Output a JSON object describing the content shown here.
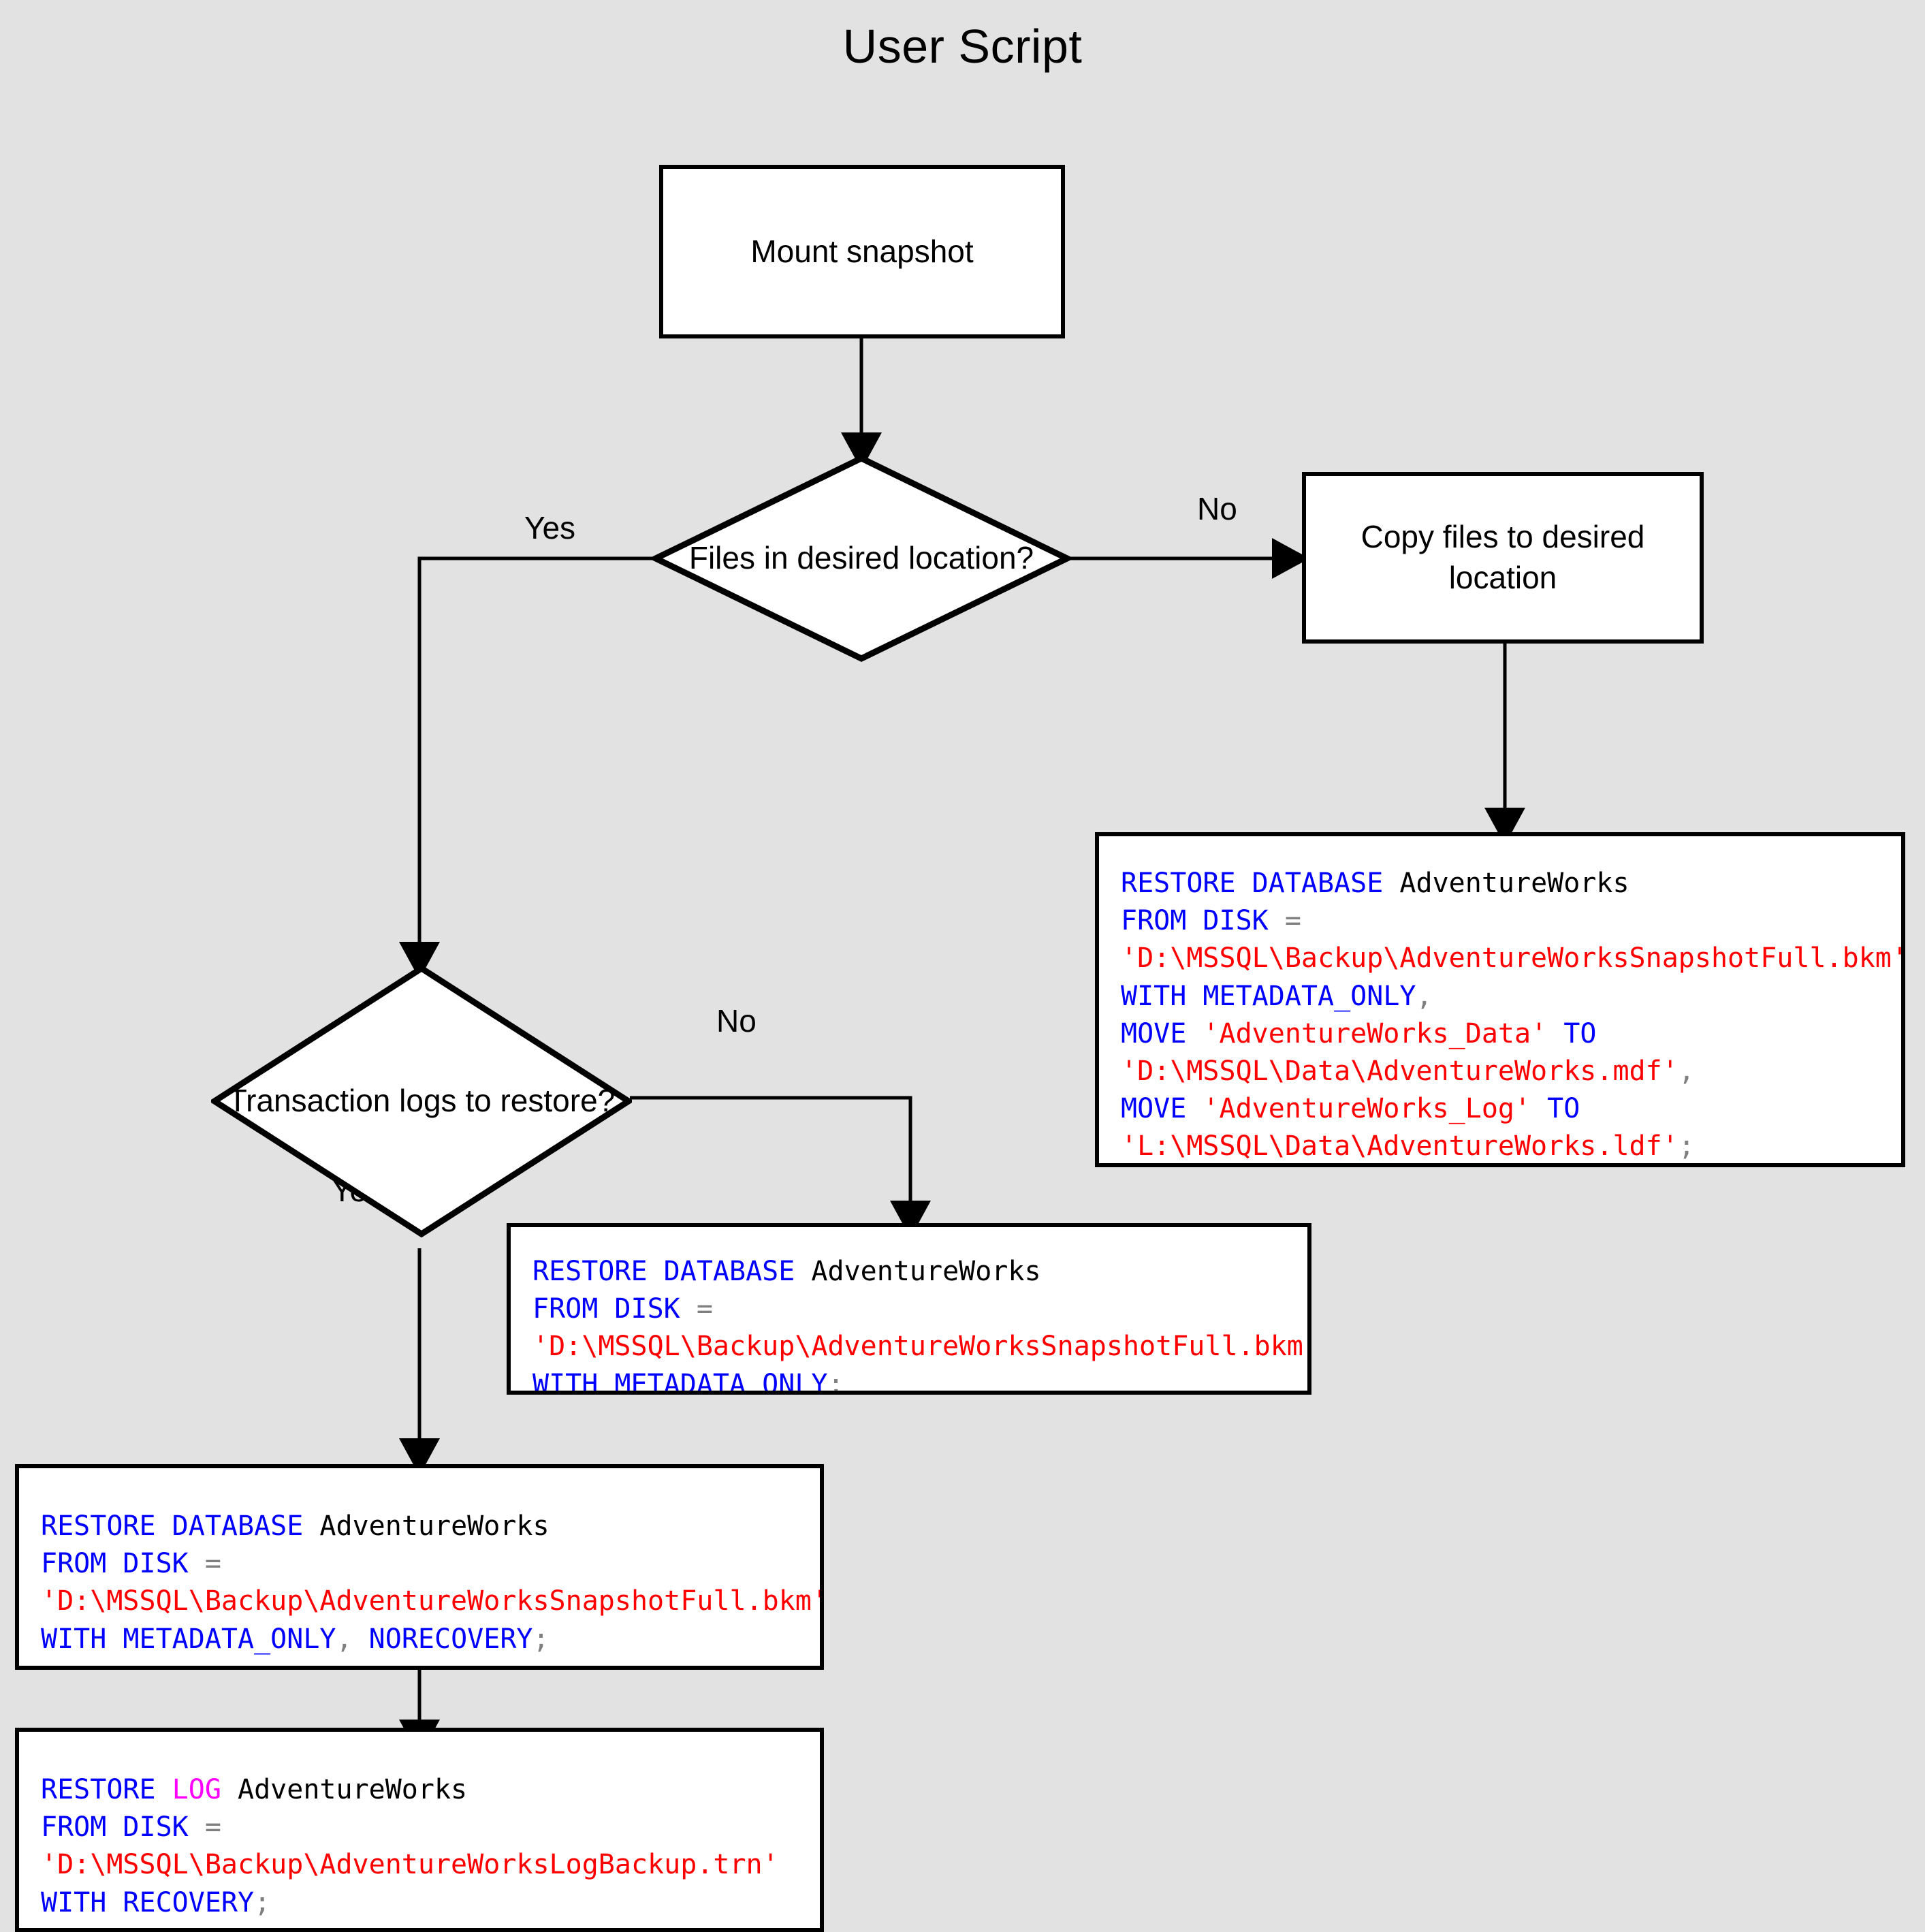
{
  "title": "User Script",
  "colors": {
    "background": "#e2e2e2",
    "node_fill": "#ffffff",
    "node_stroke": "#000000",
    "keyword": "#0000ff",
    "string": "#ff0000",
    "identifier": "#000000",
    "punctuation": "#7f7f7f",
    "log_keyword": "#ff00ff"
  },
  "nodes": {
    "mount_snapshot": {
      "label": "Mount snapshot",
      "shape": "process"
    },
    "files_in_location": {
      "line1": "Files in",
      "line2": "desired",
      "line3": "location?",
      "shape": "decision"
    },
    "copy_files": {
      "line1": "Copy files to desired",
      "line2": "location",
      "shape": "process"
    },
    "transaction_logs": {
      "line1": "Transaction",
      "line2": "logs to",
      "line3": "restore?",
      "shape": "decision"
    }
  },
  "edge_labels": {
    "files_yes": "Yes",
    "files_no": "No",
    "logs_no": "No",
    "logs_yes": "Yes"
  },
  "code_blocks": {
    "restore_with_move": {
      "name": "restore-database-with-move",
      "lines": [
        [
          {
            "t": "RESTORE DATABASE ",
            "c": "kw"
          },
          {
            "t": "AdventureWorks",
            "c": "id"
          }
        ],
        [
          {
            "t": "FROM DISK ",
            "c": "kw"
          },
          {
            "t": "=",
            "c": "pn"
          }
        ],
        [
          {
            "t": "'D:\\MSSQL\\Backup\\AdventureWorksSnapshotFull.bkm'",
            "c": "str"
          }
        ],
        [
          {
            "t": "WITH METADATA_ONLY",
            "c": "kw"
          },
          {
            "t": ",",
            "c": "pn"
          }
        ],
        [
          {
            "t": "MOVE ",
            "c": "kw"
          },
          {
            "t": "'AdventureWorks_Data'",
            "c": "str"
          },
          {
            "t": " TO",
            "c": "kw"
          }
        ],
        [
          {
            "t": "'D:\\MSSQL\\Data\\AdventureWorks.mdf'",
            "c": "str"
          },
          {
            "t": ",",
            "c": "pn"
          }
        ],
        [
          {
            "t": "MOVE ",
            "c": "kw"
          },
          {
            "t": "'AdventureWorks_Log'",
            "c": "str"
          },
          {
            "t": " TO",
            "c": "kw"
          }
        ],
        [
          {
            "t": "'L:\\MSSQL\\Data\\AdventureWorks.ldf'",
            "c": "str"
          },
          {
            "t": ";",
            "c": "pn"
          }
        ]
      ]
    },
    "restore_metadata_only": {
      "name": "restore-database-metadata-only",
      "lines": [
        [
          {
            "t": "RESTORE DATABASE ",
            "c": "kw"
          },
          {
            "t": "AdventureWorks",
            "c": "id"
          }
        ],
        [
          {
            "t": "FROM DISK ",
            "c": "kw"
          },
          {
            "t": "=",
            "c": "pn"
          }
        ],
        [
          {
            "t": "'D:\\MSSQL\\Backup\\AdventureWorksSnapshotFull.bkm'",
            "c": "str"
          }
        ],
        [
          {
            "t": "WITH METADATA_ONLY",
            "c": "kw"
          },
          {
            "t": ";",
            "c": "pn"
          }
        ]
      ]
    },
    "restore_norecovery": {
      "name": "restore-database-norecovery",
      "lines": [
        [
          {
            "t": "RESTORE DATABASE ",
            "c": "kw"
          },
          {
            "t": "AdventureWorks",
            "c": "id"
          }
        ],
        [
          {
            "t": "FROM DISK ",
            "c": "kw"
          },
          {
            "t": "=",
            "c": "pn"
          }
        ],
        [
          {
            "t": "'D:\\MSSQL\\Backup\\AdventureWorksSnapshotFull.bkm'",
            "c": "str"
          }
        ],
        [
          {
            "t": "WITH METADATA_ONLY",
            "c": "kw"
          },
          {
            "t": ", ",
            "c": "pn"
          },
          {
            "t": "NORECOVERY",
            "c": "kw"
          },
          {
            "t": ";",
            "c": "pn"
          }
        ]
      ]
    },
    "restore_log": {
      "name": "restore-log-recovery",
      "lines": [
        [
          {
            "t": "RESTORE ",
            "c": "kw"
          },
          {
            "t": "LOG",
            "c": "lg"
          },
          {
            "t": " AdventureWorks",
            "c": "id"
          }
        ],
        [
          {
            "t": "FROM DISK ",
            "c": "kw"
          },
          {
            "t": "=",
            "c": "pn"
          }
        ],
        [
          {
            "t": "'D:\\MSSQL\\Backup\\AdventureWorksLogBackup.trn'",
            "c": "str"
          }
        ],
        [
          {
            "t": "WITH RECOVERY",
            "c": "kw"
          },
          {
            "t": ";",
            "c": "pn"
          }
        ]
      ]
    }
  }
}
